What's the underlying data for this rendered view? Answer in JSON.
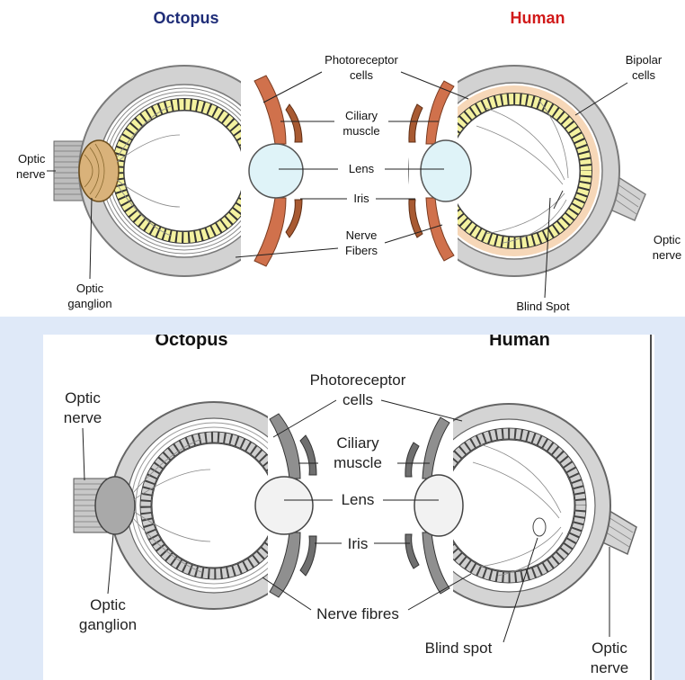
{
  "top": {
    "title_left": "Octopus",
    "title_right": "Human",
    "colors": {
      "left_title": "#1f2d78",
      "right_title": "#d11919",
      "photoreceptor_fill": "#f4f2a0",
      "muscle_fill": "#d0714c",
      "lens_fill": "#dff3f8"
    },
    "labels": {
      "optic_nerve_left_1": "Optic",
      "optic_nerve_left_2": "nerve",
      "optic_ganglion_1": "Optic",
      "optic_ganglion_2": "ganglion",
      "photoreceptor_1": "Photoreceptor",
      "photoreceptor_2": "cells",
      "ciliary_1": "Ciliary",
      "ciliary_2": "muscle",
      "lens": "Lens",
      "iris": "Iris",
      "nerve_fibers_1": "Nerve",
      "nerve_fibers_2": "Fibers",
      "bipolar_1": "Bipolar",
      "bipolar_2": "cells",
      "optic_nerve_right_1": "Optic",
      "optic_nerve_right_2": "nerve",
      "blind_spot": "Blind Spot"
    }
  },
  "bottom": {
    "title_left": "Octopus",
    "title_right": "Human",
    "labels": {
      "optic_nerve_left_1": "Optic",
      "optic_nerve_left_2": "nerve",
      "optic_ganglion_1": "Optic",
      "optic_ganglion_2": "ganglion",
      "photoreceptor_1": "Photoreceptor",
      "photoreceptor_2": "cells",
      "ciliary_1": "Ciliary",
      "ciliary_2": "muscle",
      "lens": "Lens",
      "iris": "Iris",
      "nerve_fibres": "Nerve fibres",
      "blind_spot": "Blind spot",
      "optic_nerve_right_1": "Optic",
      "optic_nerve_right_2": "nerve"
    }
  }
}
